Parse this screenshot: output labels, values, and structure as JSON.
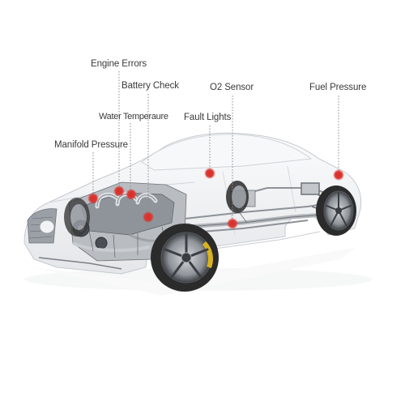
{
  "diagram": {
    "labels": {
      "engine_errors": "Engine Errors",
      "battery_check": "Battery Check",
      "o2_sensor": "O2 Sensor",
      "fuel_pressure": "Fuel Pressure",
      "water_temperature": "Water Temperaure",
      "fault_lights": "Fault Lights",
      "manifold_pressure": "Manifold Pressure"
    },
    "colors": {
      "marker": "#d8322c",
      "leader_line": "#8a8a8a",
      "label_text": "#3a3a3a",
      "car_body": "#f4f5f6",
      "tire": "#2b2b2b",
      "brake_caliper": "#d9b21f"
    }
  }
}
